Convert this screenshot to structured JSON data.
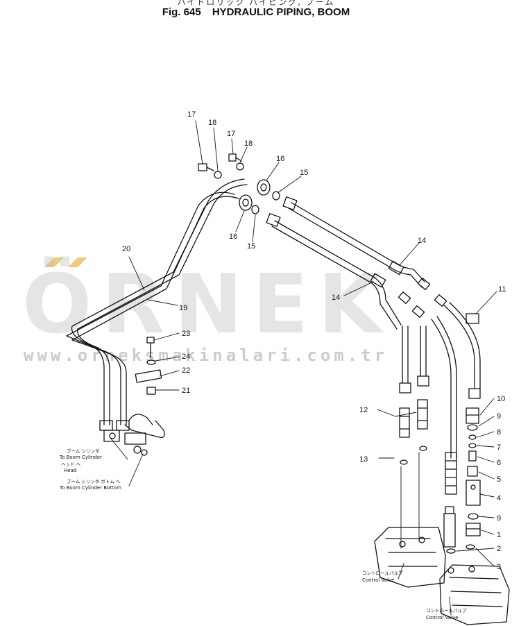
{
  "header": {
    "title_jp": "ハイドロリック パイピング, ブーム",
    "fig_label": "Fig. 645",
    "title": "HYDRAULIC PIPING, BOOM"
  },
  "watermark": {
    "text": "ÖRNEK",
    "url": "www.orneksmakinalari.com.tr",
    "accent_color": "#f2c97a",
    "color": "#bdbdbd"
  },
  "callouts": [
    "17",
    "18",
    "17",
    "18",
    "16",
    "15",
    "16",
    "15",
    "20",
    "19",
    "14",
    "14",
    "11",
    "23",
    "24",
    "22",
    "21",
    "12",
    "13",
    "10",
    "9",
    "8",
    "7",
    "6",
    "5",
    "4",
    "9",
    "1",
    "2",
    "3"
  ],
  "labels": {
    "boom_head_jp": "ブーム シリンダ",
    "boom_head_en": "To Boom Cylinder",
    "head_jp": "ヘッド へ",
    "head_en": "Head",
    "boom_bottom_jp": "ブーム シリンダ ボトム へ",
    "boom_bottom_en": "To Boom Cylinder Bottom",
    "cv1_jp": "コントロールバルブ",
    "cv1_en": "Control Valve",
    "cv2_jp": "コントロールバルブ",
    "cv2_en": "Control Valve"
  }
}
